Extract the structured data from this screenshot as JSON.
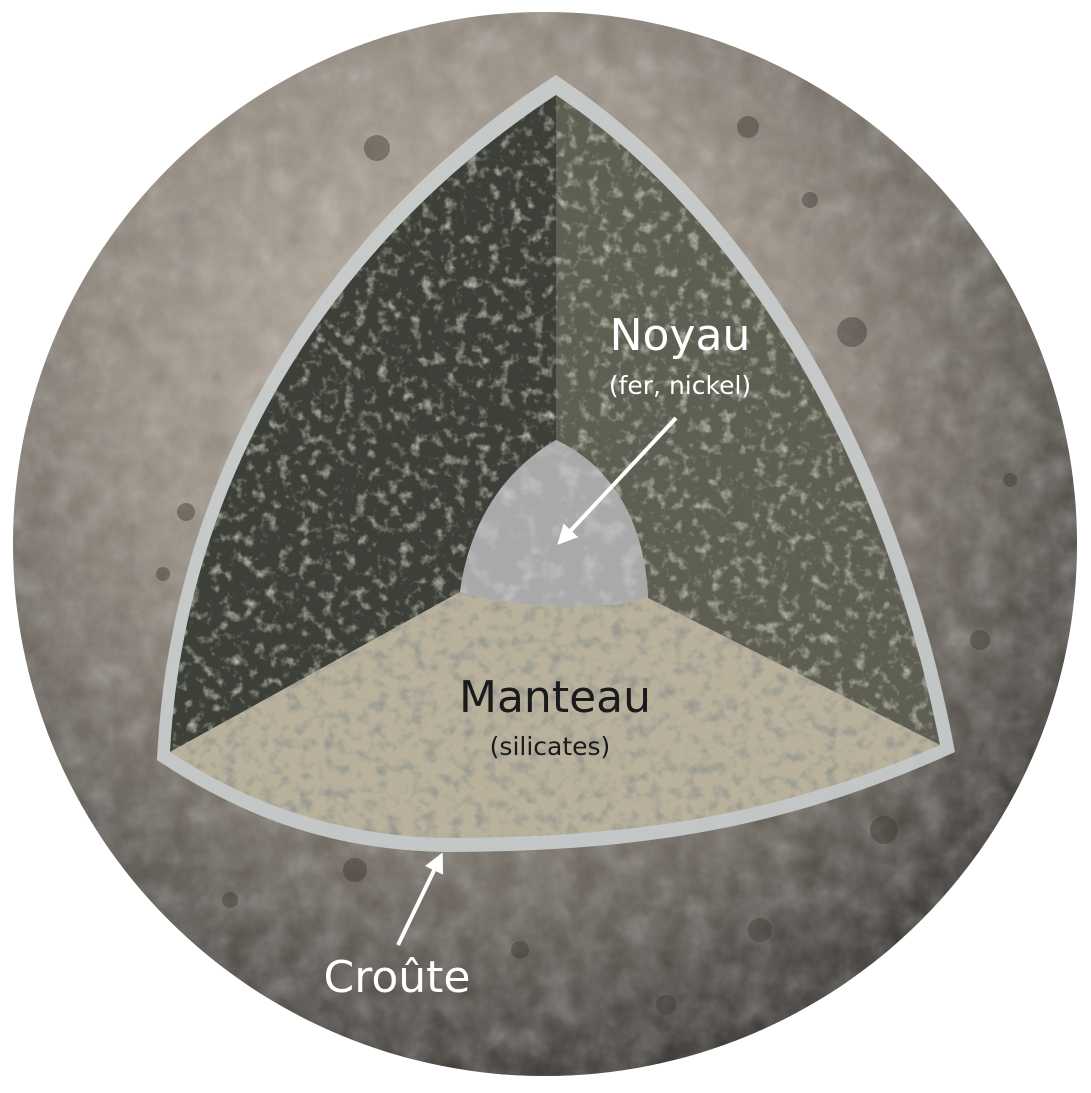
{
  "labels": {
    "core": {
      "title": "Noyau",
      "detail": "(fer, nickel)"
    },
    "mantle": {
      "title": "Manteau",
      "detail": "(silicates)"
    },
    "crust": {
      "title": "Croûte"
    }
  },
  "colors": {
    "core": "#a9a9a9",
    "mantle_left": "#3c4038",
    "mantle_right": "#5e5f52",
    "mantle_bottom": "#b9b19c",
    "crust_edge": "#c9cdcd",
    "surface": "#8f857a",
    "label_light": "#ffffff",
    "label_dark": "#1a1a1a"
  }
}
